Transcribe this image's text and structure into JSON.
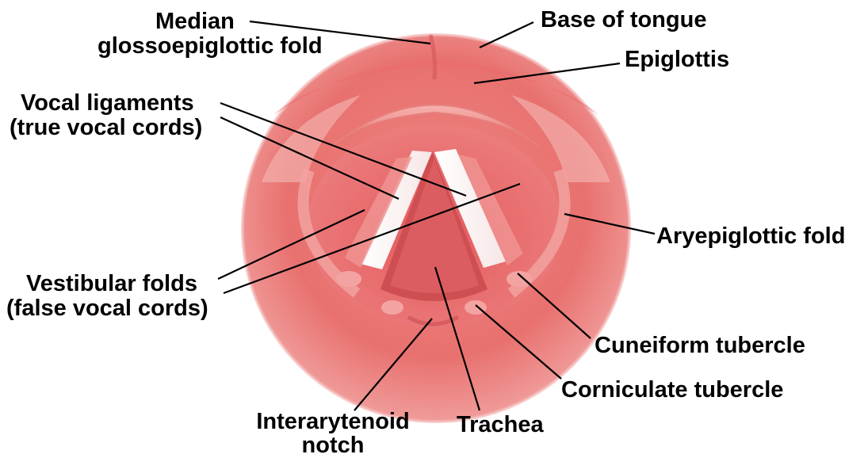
{
  "labels": {
    "median_l1": "Median",
    "median_l2": "glossoepiglottic fold",
    "base_tongue": "Base of tongue",
    "epiglottis": "Epiglottis",
    "vocal_l1": "Vocal ligaments",
    "vocal_l2": "(true vocal cords)",
    "aryepiglottic": "Aryepiglottic fold",
    "vestibular_l1": "Vestibular folds",
    "vestibular_l2": "(false vocal cords)",
    "cuneiform": "Cuneiform tubercle",
    "corniculate": "Corniculate tubercle",
    "interarytenoid_l1": "Interarytenoid",
    "interarytenoid_l2": "notch",
    "trachea": "Trachea"
  }
}
